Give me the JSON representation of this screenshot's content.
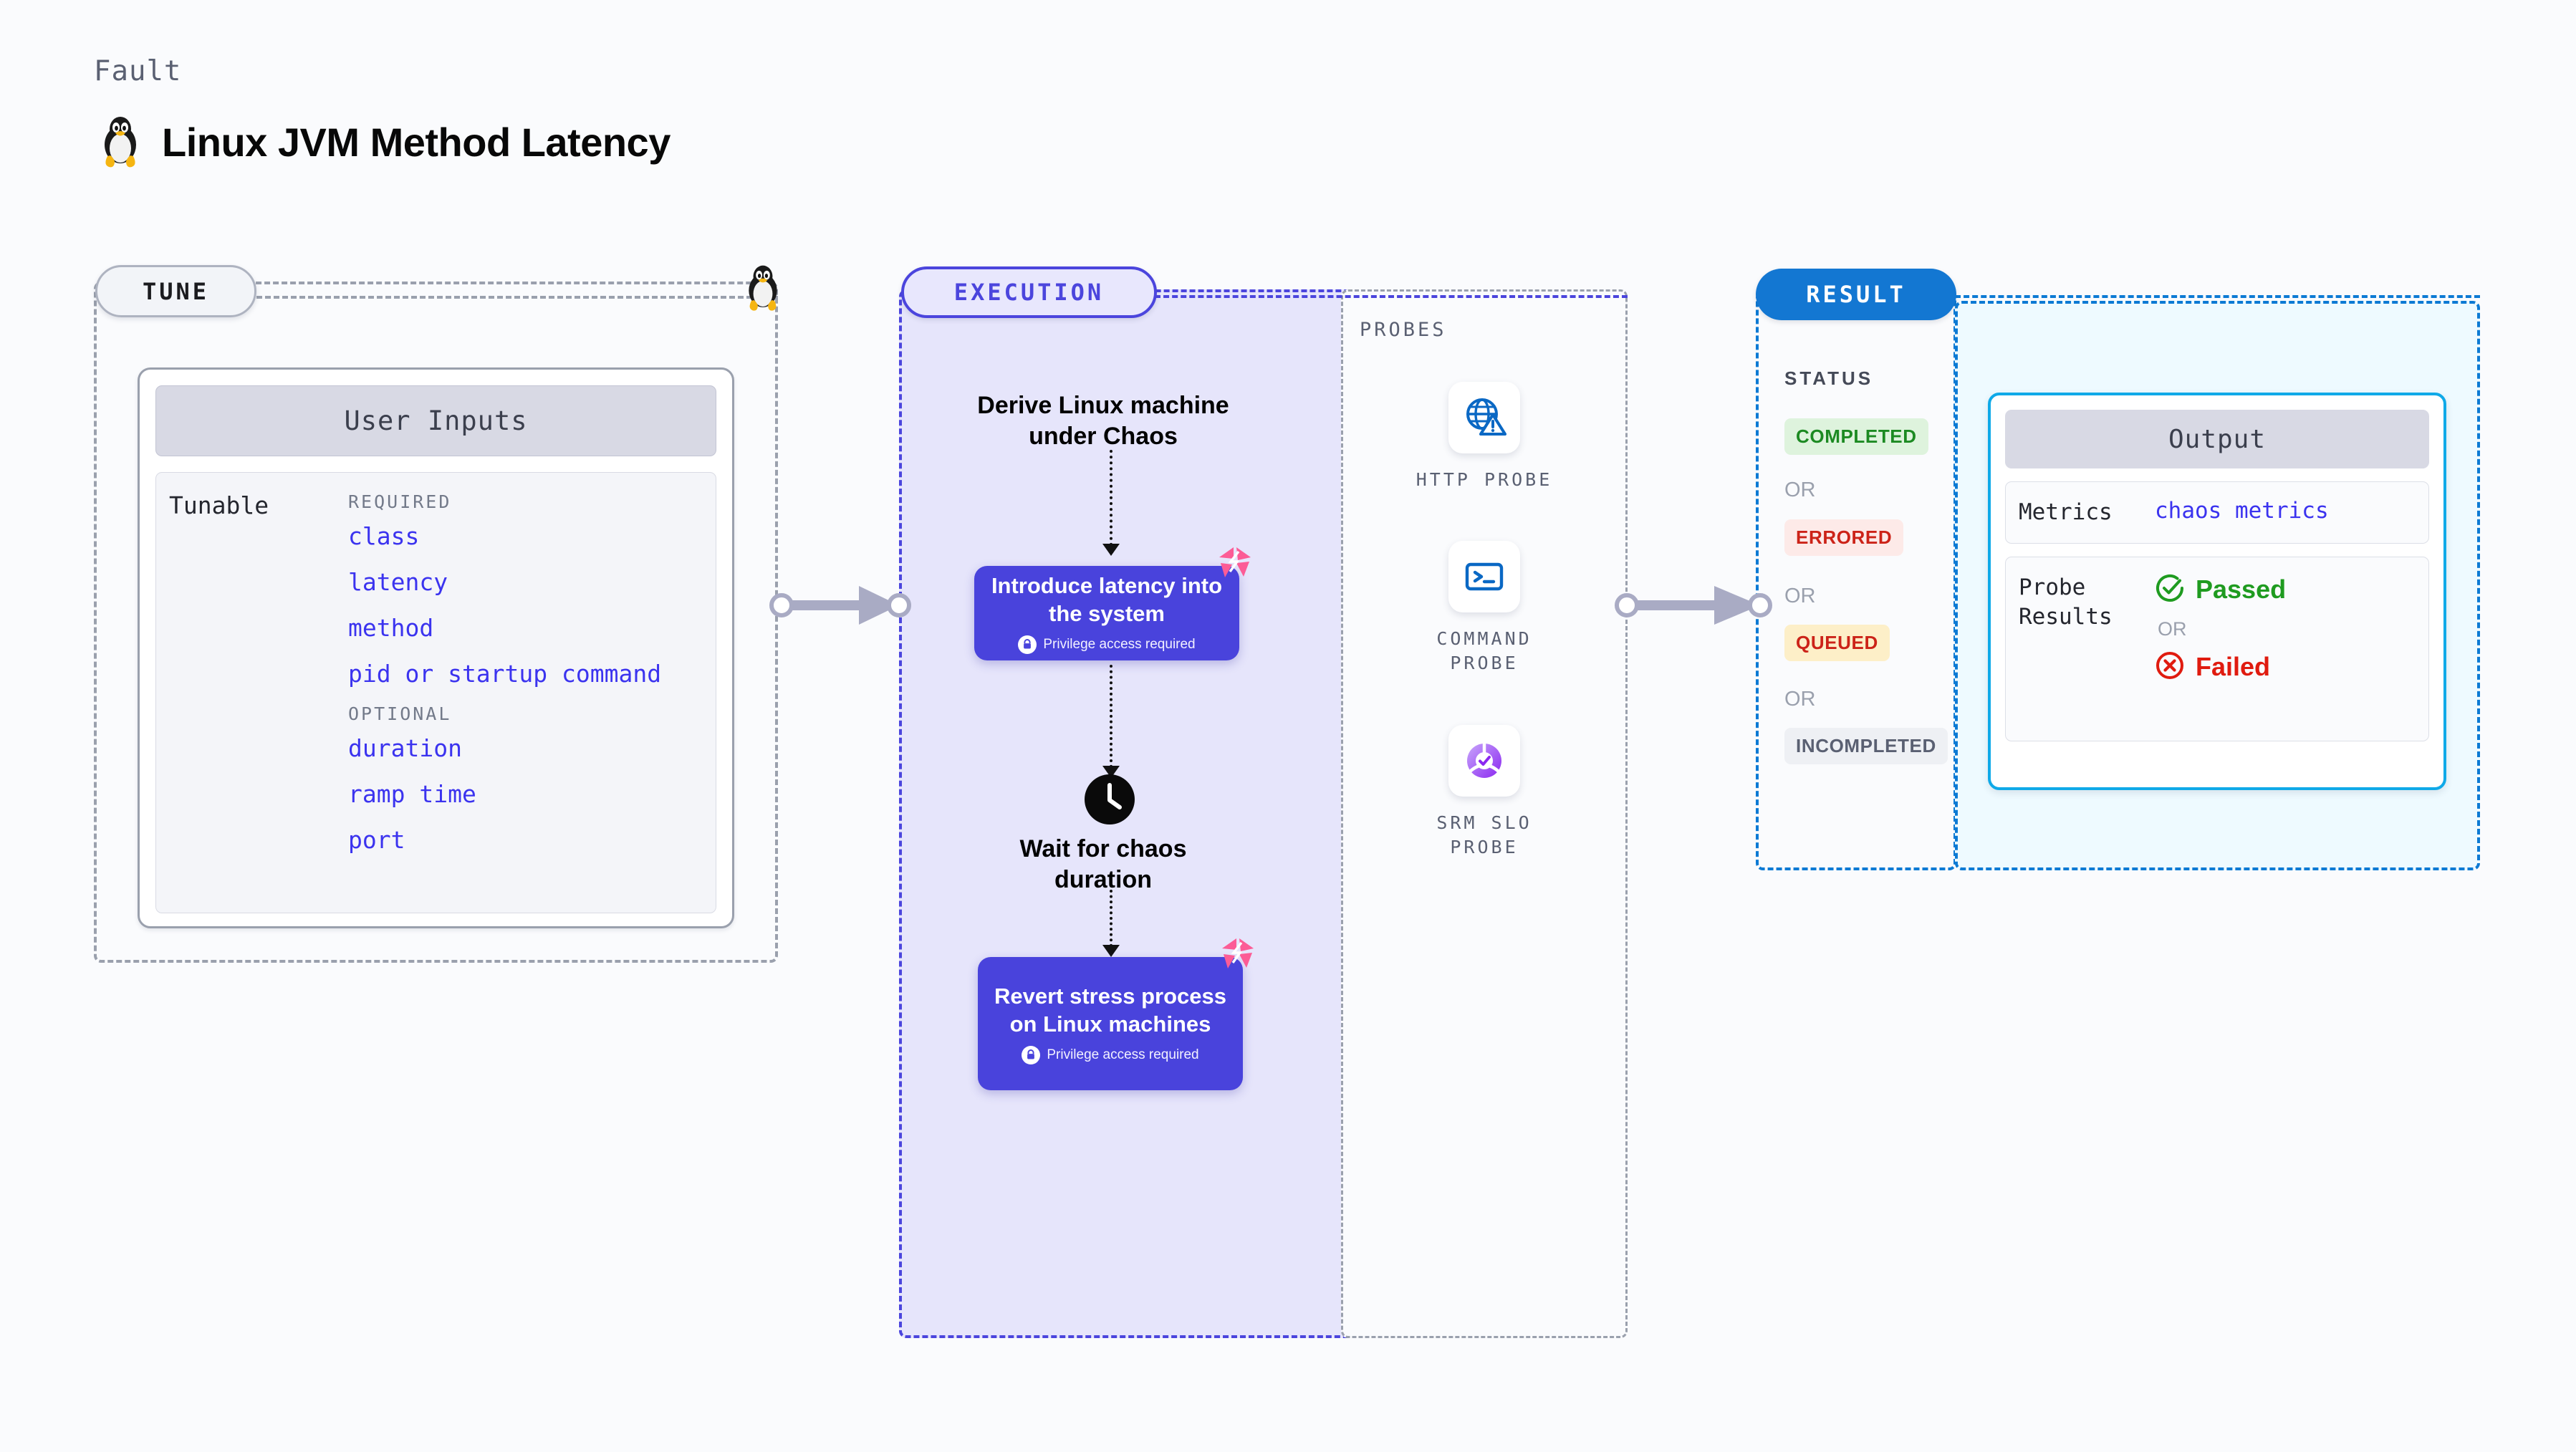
{
  "header": {
    "eyebrow": "Fault",
    "title": "Linux JVM Method Latency",
    "icon": "linux-penguin-icon"
  },
  "stages": {
    "tune": {
      "pill_label": "TUNE",
      "card_title": "User Inputs",
      "tunable_label": "Tunable",
      "groups": [
        {
          "label": "REQUIRED",
          "items": [
            "class",
            "latency",
            "method",
            "pid or startup command"
          ]
        },
        {
          "label": "OPTIONAL",
          "items": [
            "duration",
            "ramp time",
            "port"
          ]
        }
      ]
    },
    "execution": {
      "pill_label": "EXECUTION",
      "steps": [
        {
          "type": "text",
          "label": "Derive Linux machine under Chaos"
        },
        {
          "type": "action",
          "label": "Introduce latency into the system",
          "note": "Privilege access required"
        },
        {
          "type": "wait",
          "label": "Wait for chaos duration",
          "icon": "clock-icon"
        },
        {
          "type": "action",
          "label": "Revert stress process on Linux machines",
          "note": "Privilege access required"
        }
      ]
    },
    "probes": {
      "section_label": "PROBES",
      "items": [
        {
          "name": "HTTP PROBE",
          "icon": "globe-warning-icon"
        },
        {
          "name": "COMMAND PROBE",
          "icon": "terminal-icon"
        },
        {
          "name": "SRM SLO PROBE",
          "icon": "slo-check-icon"
        }
      ]
    },
    "result": {
      "pill_label": "RESULT",
      "status_label": "STATUS",
      "or_label": "OR",
      "statuses": [
        {
          "label": "COMPLETED",
          "bg": "#def3dd",
          "fg": "#1c8a22"
        },
        {
          "label": "ERRORED",
          "bg": "#fdeae8",
          "fg": "#cc2318"
        },
        {
          "label": "QUEUED",
          "bg": "#fdefc8",
          "fg": "#cc2318"
        },
        {
          "label": "INCOMPLETED",
          "bg": "#eef0f4",
          "fg": "#5a6072"
        }
      ]
    },
    "output": {
      "card_title": "Output",
      "metrics_key": "Metrics",
      "metrics_value": "chaos metrics",
      "probe_results_key": "Probe Results",
      "passed_label": "Passed",
      "or_label": "OR",
      "failed_label": "Failed"
    }
  },
  "colors": {
    "purple": "#4943dc",
    "purple_panel": "#e6e5fb",
    "blue": "#1377d2",
    "cyan": "#0fa9e8",
    "pink": "#fc5c96",
    "gray_dash": "#9aa0ad",
    "green": "#1f9b20",
    "red": "#e01b0f"
  }
}
